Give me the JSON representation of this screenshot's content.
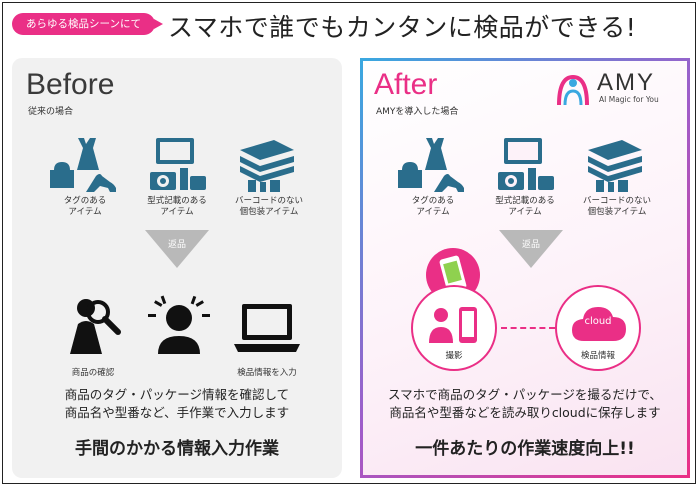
{
  "header": {
    "tag": "あらゆる検品シーンにて",
    "headline": "スマホで誰でもカンタンに検品ができる!"
  },
  "before": {
    "title": "Before",
    "subtitle": "従来の場合",
    "items": [
      {
        "label_1": "タグのある",
        "label_2": "アイテム"
      },
      {
        "label_1": "型式記載のある",
        "label_2": "アイテム"
      },
      {
        "label_1": "バーコードのない",
        "label_2": "個包装アイテム"
      }
    ],
    "arrow_label": "返品",
    "results": [
      "商品の確認",
      "",
      "検品情報を入力"
    ],
    "desc_1": "商品のタグ・パッケージ情報を確認して",
    "desc_2": "商品名や型番など、手作業で入力します",
    "big": "手間のかかる情報入力作業"
  },
  "after": {
    "title": "After",
    "subtitle": "AMYを導入した場合",
    "logo_name": "AMY",
    "logo_tagline": "AI Magic for You",
    "items": [
      {
        "label_1": "タグのある",
        "label_2": "アイテム"
      },
      {
        "label_1": "型式記載のある",
        "label_2": "アイテム"
      },
      {
        "label_1": "バーコードのない",
        "label_2": "個包装アイテム"
      }
    ],
    "arrow_label": "返品",
    "shoot_label": "撮影",
    "cloud_text": "cloud",
    "cloud_label": "検品情報",
    "desc_1": "スマホで商品のタグ・パッケージを撮るだけで、",
    "desc_2": "商品名や型番などを読み取りcloudに保存します",
    "big": "一件あたりの作業速度向上!!"
  },
  "colors": {
    "accent": "#ea2f86",
    "icon": "#2a6d8c",
    "dark": "#111111"
  }
}
